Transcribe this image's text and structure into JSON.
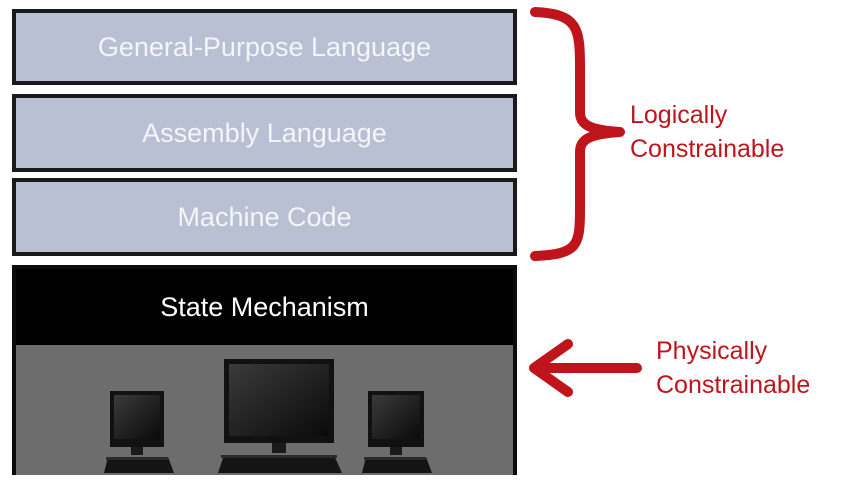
{
  "layers": {
    "general_purpose": "General-Purpose Language",
    "assembly": "Assembly Language",
    "machine_code": "Machine Code",
    "state_mechanism": "State Mechanism"
  },
  "annotations": {
    "logical_line1": "Logically",
    "logical_line2": "Constrainable",
    "physical_line1": "Physically",
    "physical_line2": "Constrainable"
  },
  "colors": {
    "software_layer": "#b9c0d4",
    "state_header": "#000000",
    "hardware_bg": "#6d6d6d",
    "annotation_red": "#c0141c"
  },
  "icons": [
    "brace-icon",
    "arrow-left-icon",
    "computer-icon"
  ]
}
